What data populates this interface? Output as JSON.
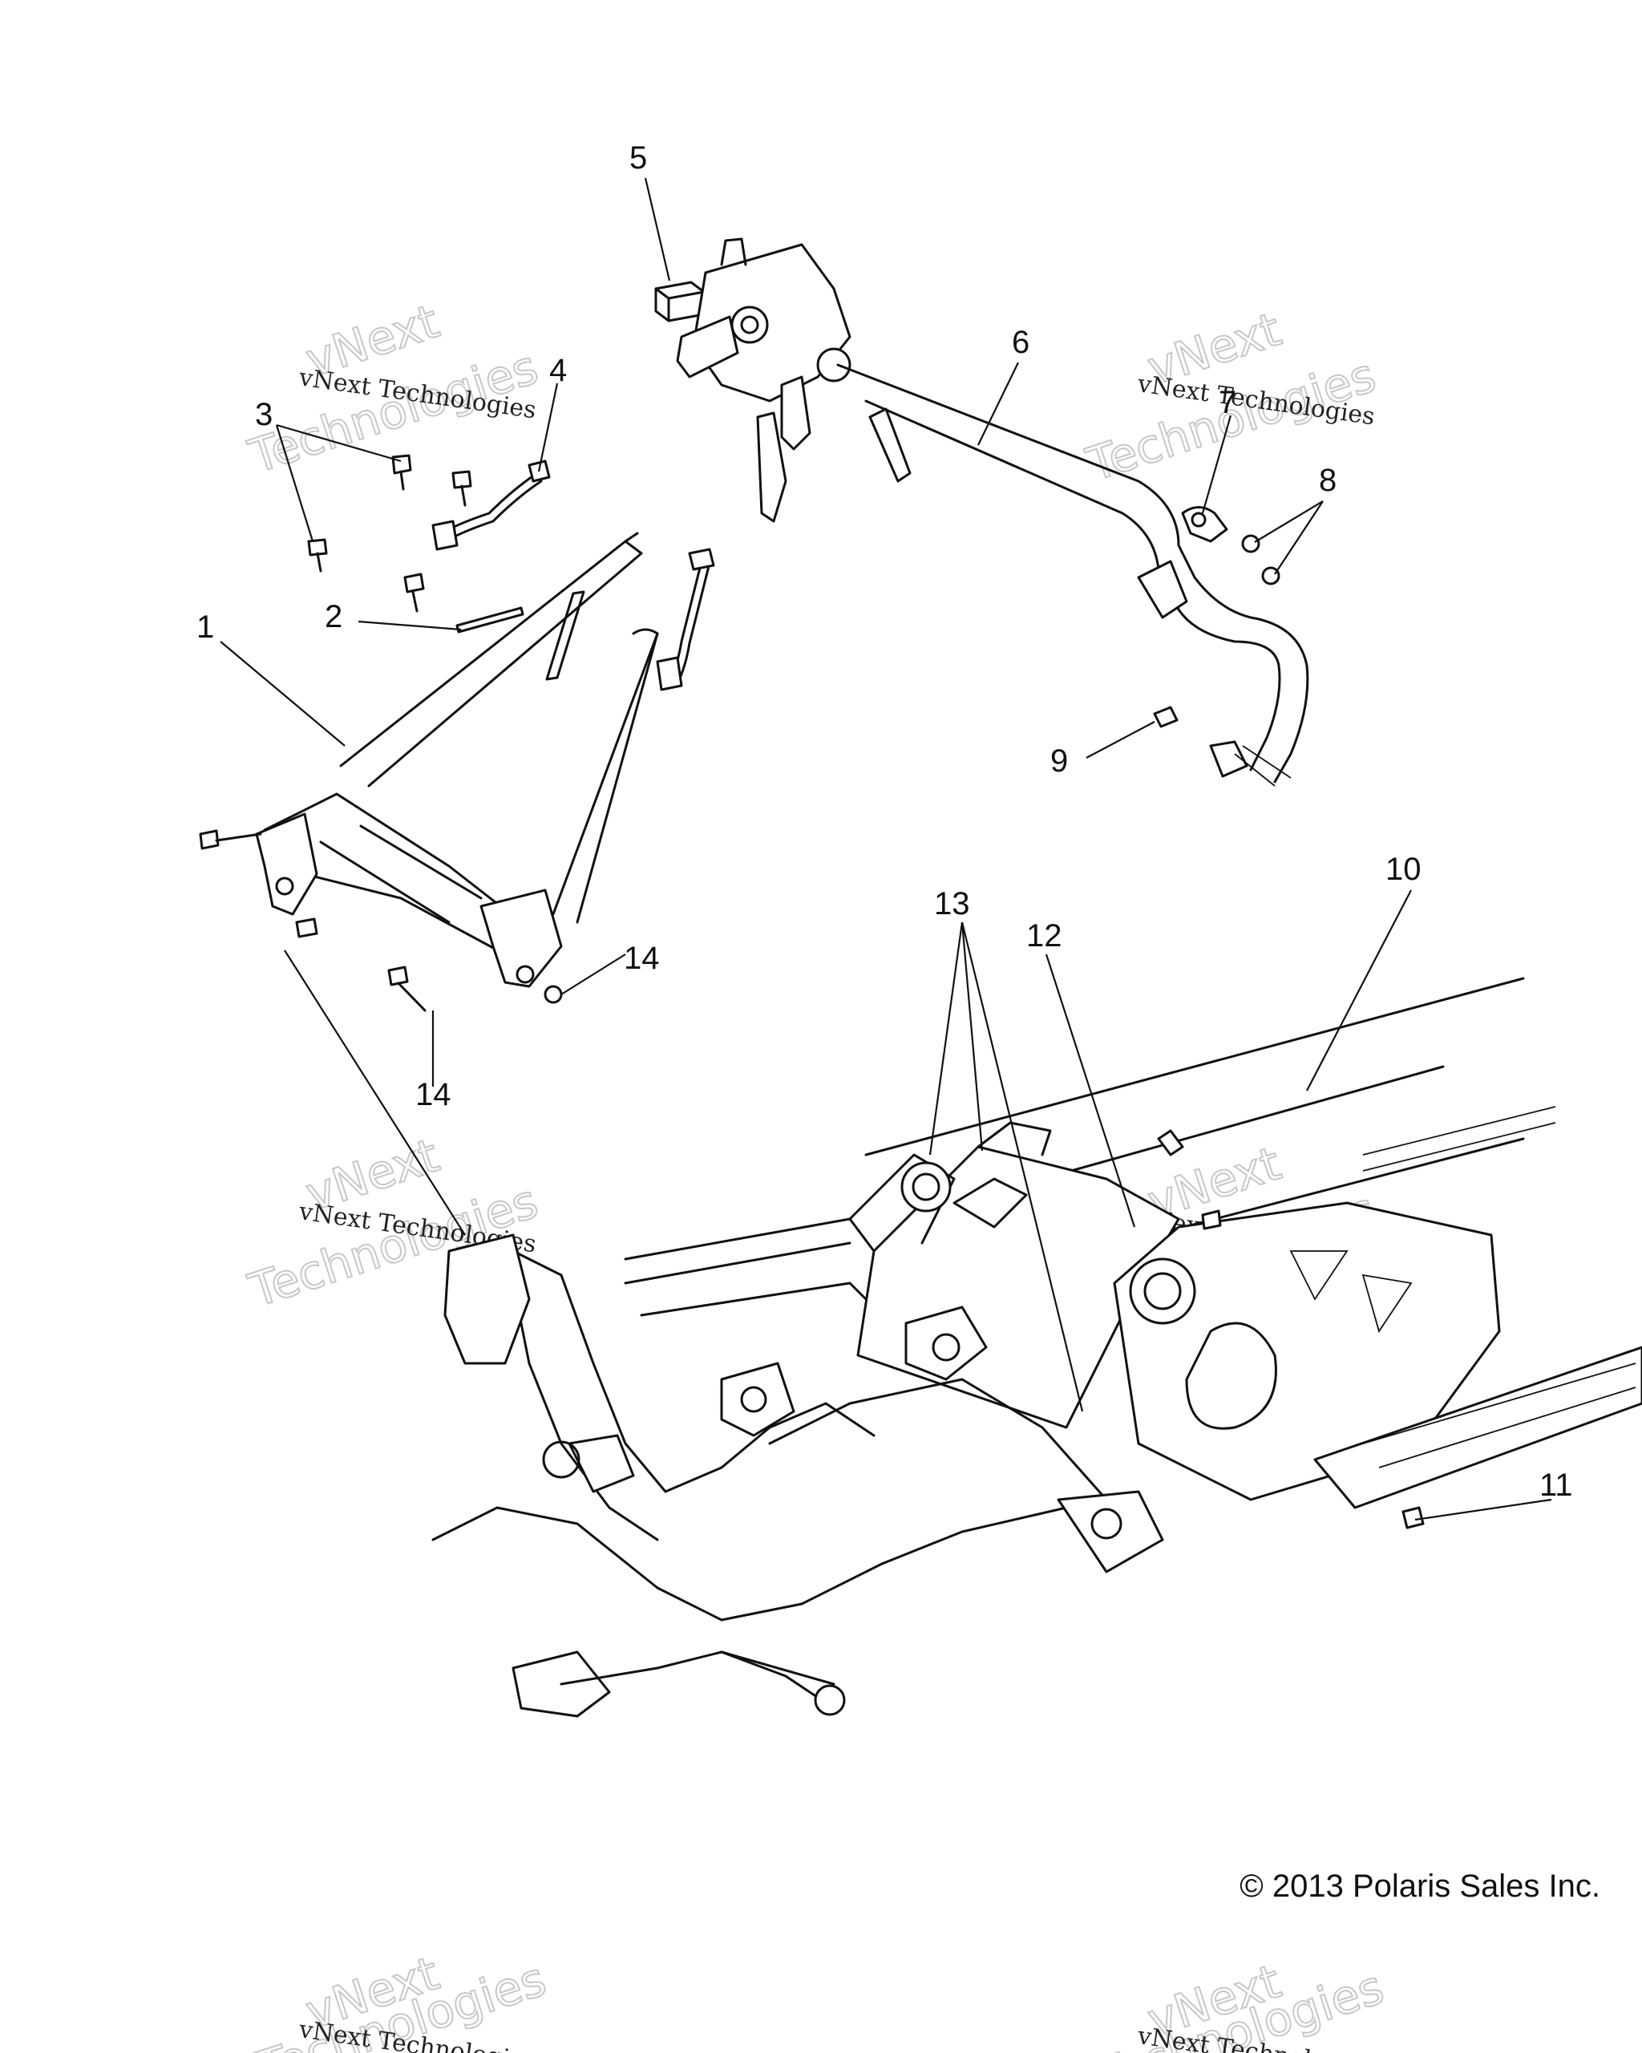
{
  "callouts": [
    "1",
    "2",
    "3",
    "4",
    "5",
    "6",
    "7",
    "8",
    "9",
    "10",
    "11",
    "12",
    "13",
    "14",
    "14"
  ],
  "watermark": {
    "line1": "vNext Technologies",
    "line2": "vNext",
    "line3": "Technologies"
  },
  "copyright": "© 2013 Polaris Sales Inc."
}
